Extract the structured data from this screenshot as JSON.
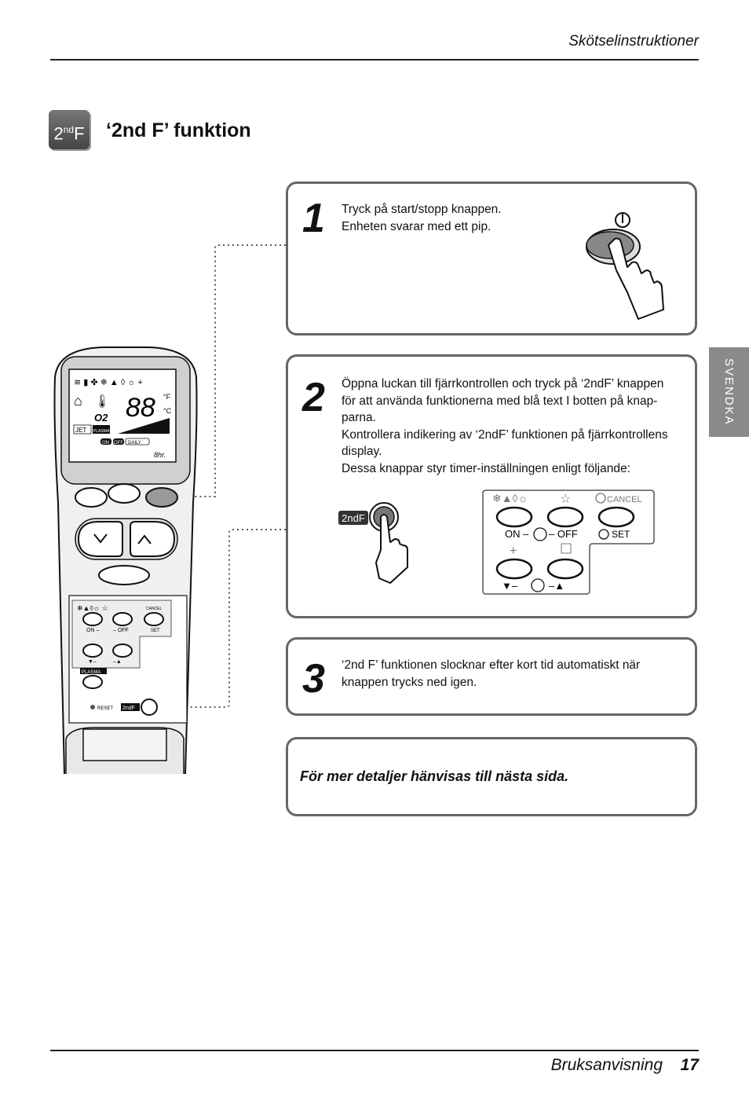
{
  "header": {
    "title": "Skötselinstruktioner"
  },
  "section": {
    "badge_main": "2",
    "badge_sup": "nd",
    "badge_end": "F",
    "title": "‘2nd F’ funktion"
  },
  "side_tab": {
    "label": "SVENDKA"
  },
  "steps": [
    {
      "number": "1",
      "lines": [
        "Tryck på start/stopp knappen.",
        "Enheten svarar med ett pip."
      ]
    },
    {
      "number": "2",
      "lines": [
        "Öppna luckan till fjärrkontrollen och tryck på ‘2ndF’ knappen",
        "för att använda funktionerna med blå text I botten på knap-",
        "parna.",
        "Kontrollera indikering av ‘2ndF’ funktionen på fjärrkontrollens",
        "display.",
        "Dessa knappar styr timer-inställningen enligt följande:"
      ]
    },
    {
      "number": "3",
      "lines": [
        "‘2nd F’ funktionen slocknar efter kort tid automatiskt när",
        "knappen trycks ned igen."
      ]
    }
  ],
  "note": {
    "text": "För mer detaljer hänvisas till nästa sida."
  },
  "panel": {
    "cancel": "CANCEL",
    "on": "ON –",
    "off": "– OFF",
    "set": "SET",
    "down": "▼–",
    "up": "–▲",
    "btn2ndf": "2ndF"
  },
  "remote": {
    "cancel": "CANCEL",
    "on": "ON –",
    "off": "– OFF",
    "set": "SET",
    "down": "▼–",
    "up": "–▲",
    "plasma": "PLASMA",
    "reset": "RESET",
    "btn2ndf": "2ndF",
    "display": {
      "digits": "88",
      "jet": "JET",
      "plasma": "PLASMA",
      "on": "ON",
      "off": "OFF",
      "daily": "DAILY",
      "f": "°F",
      "c": "°C",
      "o2": "O2",
      "hr": "8hr."
    }
  },
  "footer": {
    "label": "Bruksanvisning",
    "page": "17"
  }
}
